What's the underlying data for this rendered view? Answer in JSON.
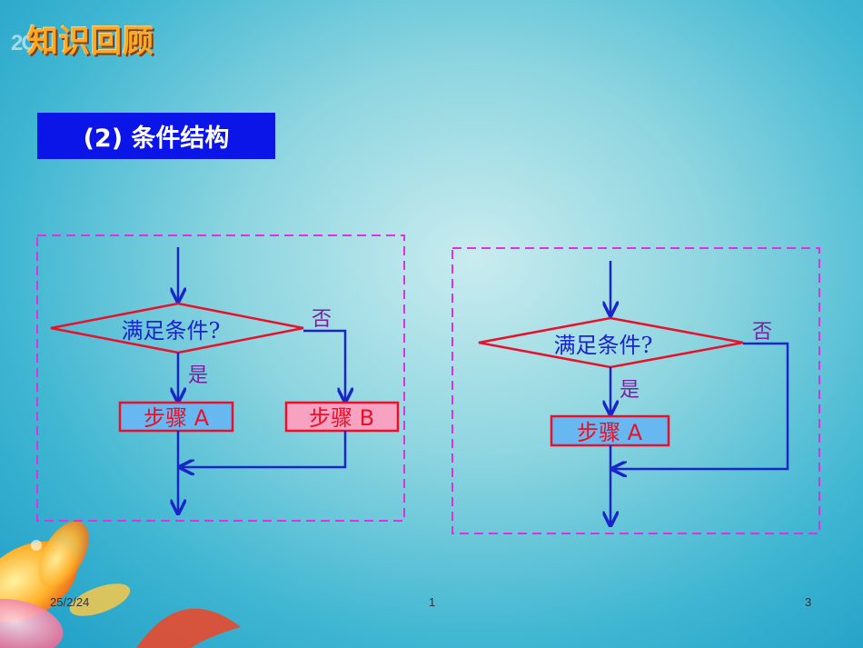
{
  "header": {
    "title": "知识回顾",
    "logo_text": "2C"
  },
  "section": {
    "label": "(2) 条件结构"
  },
  "left_diagram": {
    "condition": "满足条件?",
    "yes_label": "是",
    "no_label": "否",
    "step_a": "步骤 A",
    "step_b": "步骤 B"
  },
  "right_diagram": {
    "condition": "满足条件?",
    "yes_label": "是",
    "no_label": "否",
    "step_a": "步骤 A"
  },
  "footer": {
    "date": "25/2/24",
    "center": "1",
    "page": "3"
  },
  "colors": {
    "arrow": "#1a25c8",
    "dashed_border": "#e030e0",
    "diamond_border": "#e8102a",
    "step_a_fill": "#67b8f0",
    "step_b_fill": "#f7a2c0",
    "label_purple": "#7a1fa0",
    "section_bg": "#0b15e8"
  }
}
